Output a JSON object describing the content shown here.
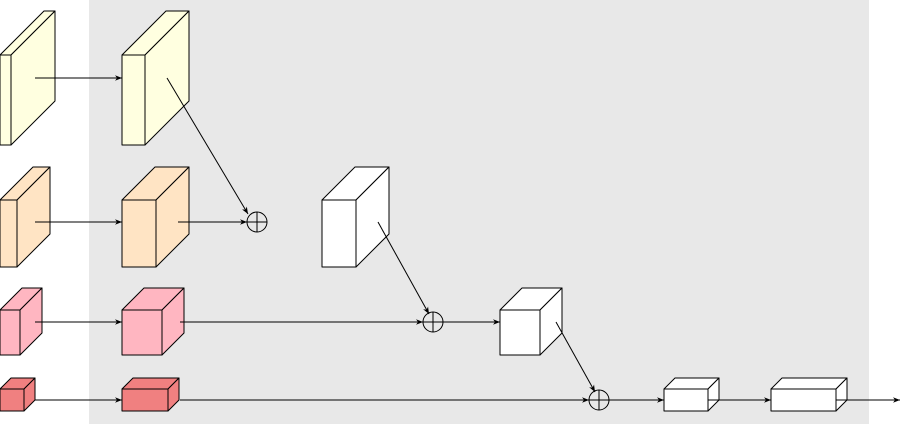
{
  "colors": {
    "level1": "#ffffe0",
    "level2": "#ffe4c4",
    "level3": "#ffb6c1",
    "level4": "#f08080",
    "merged": "#ffffff",
    "region": "#e8e8e8",
    "stroke": "#000000"
  },
  "blocks": [
    {
      "name": "input-block-level-1",
      "color": "level1"
    },
    {
      "name": "lateral-block-level-1",
      "color": "level1"
    },
    {
      "name": "input-block-level-2",
      "color": "level2"
    },
    {
      "name": "lateral-block-level-2",
      "color": "level2"
    },
    {
      "name": "merged-block-level-2",
      "color": "merged"
    },
    {
      "name": "input-block-level-3",
      "color": "level3"
    },
    {
      "name": "lateral-block-level-3",
      "color": "level3"
    },
    {
      "name": "merged-block-level-3",
      "color": "merged"
    },
    {
      "name": "input-block-level-4",
      "color": "level4"
    },
    {
      "name": "lateral-block-level-4",
      "color": "level4"
    },
    {
      "name": "merged-block-level-4",
      "color": "merged"
    },
    {
      "name": "output-block",
      "color": "merged"
    }
  ],
  "operators": [
    "add",
    "add",
    "add"
  ]
}
